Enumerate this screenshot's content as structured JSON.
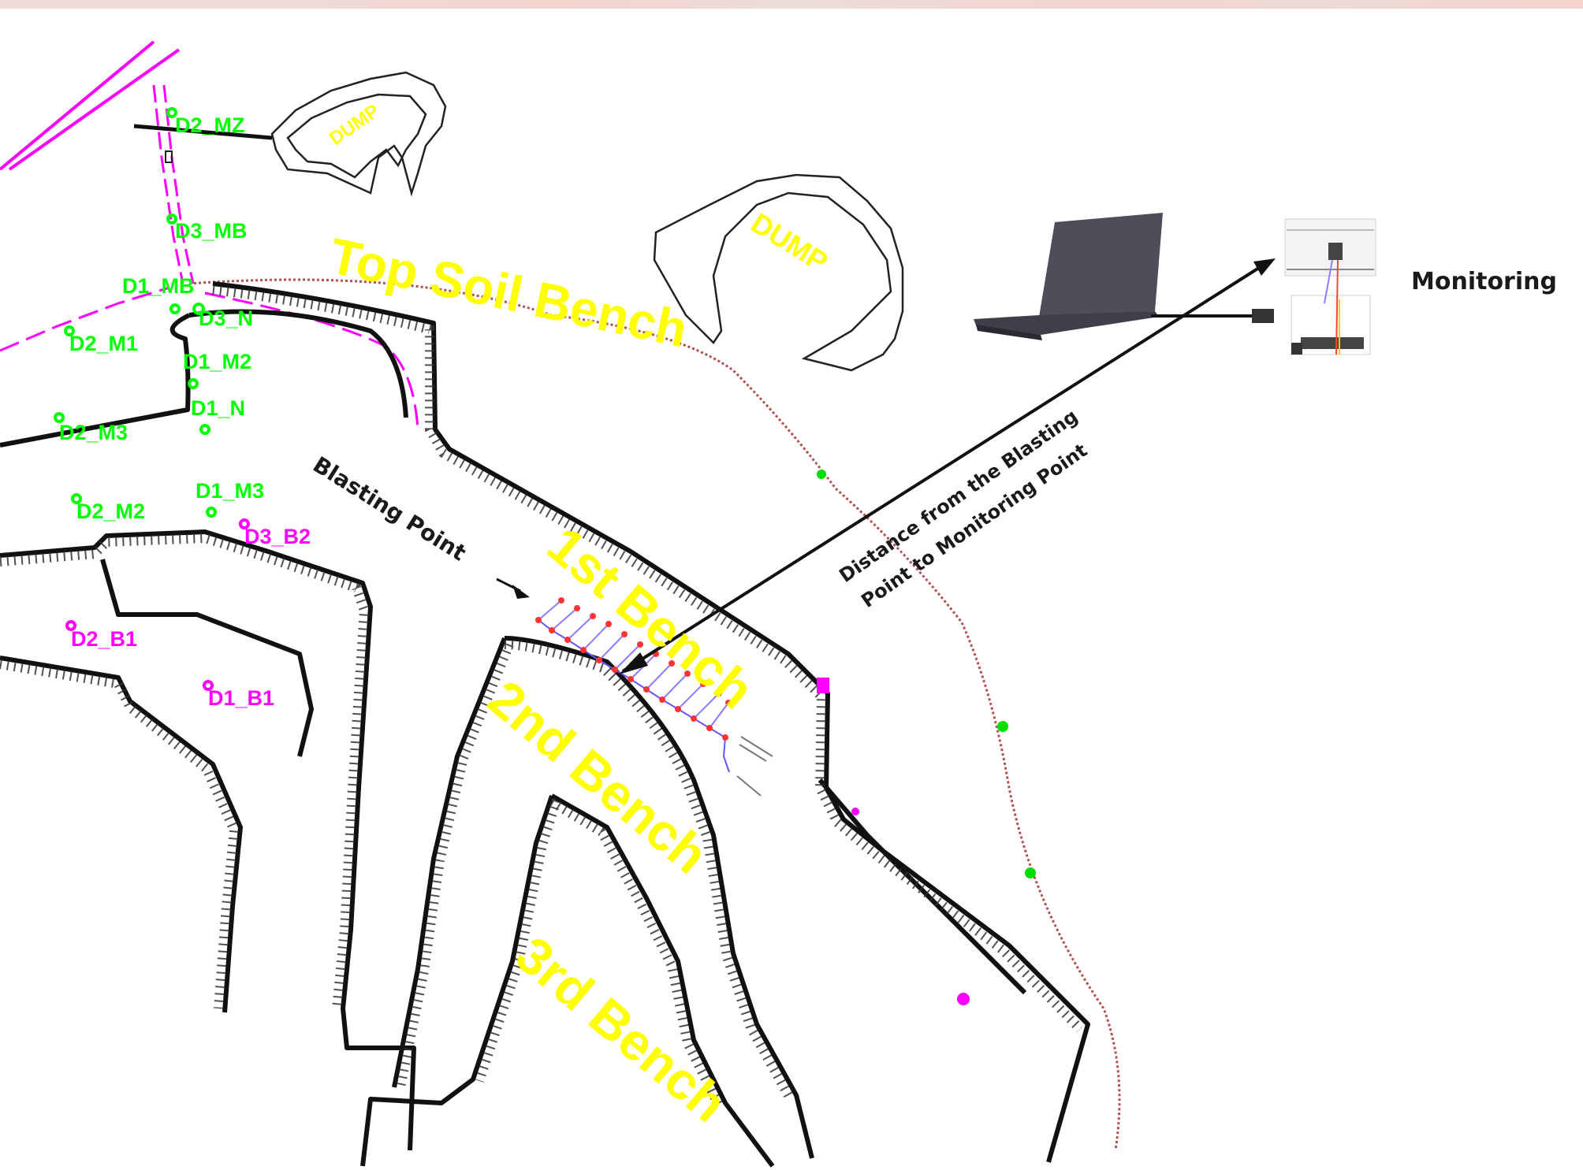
{
  "title": "Mine blasting site layout with vibration monitoring setup",
  "colors": {
    "background": "#ffffff",
    "bench_outline": "#111111",
    "monitor_station_label": "#00ff00",
    "blast_station_label": "#ff00ff",
    "bench_label": "#ffff00",
    "boundary_line": "#b05050",
    "road_line": "#ff00ff",
    "blast_holes": "#ff3333",
    "blast_connections": "#8a7dff",
    "laptop": "#4a4a55"
  },
  "dumps": [
    {
      "label": "DUMP"
    },
    {
      "label": "DUMP"
    }
  ],
  "benches": {
    "top_soil": "Top Soil Bench",
    "first": "1st Bench",
    "second": "2nd Bench",
    "third": "3rd Bench"
  },
  "monitoring_stations": [
    {
      "label": "D2_MZ",
      "color": "green"
    },
    {
      "label": "D3_MB",
      "color": "green"
    },
    {
      "label": "D1_MB",
      "color": "green"
    },
    {
      "label": "D3_N",
      "color": "green"
    },
    {
      "label": "D2_M1",
      "color": "green"
    },
    {
      "label": "D1_M2",
      "color": "green"
    },
    {
      "label": "D1_N",
      "color": "green"
    },
    {
      "label": "D2_M3",
      "color": "green"
    },
    {
      "label": "D1_M3",
      "color": "green"
    },
    {
      "label": "D2_M2",
      "color": "green"
    },
    {
      "label": "D3_B2",
      "color": "magenta"
    },
    {
      "label": "D2_B1",
      "color": "magenta"
    },
    {
      "label": "D1_B1",
      "color": "magenta"
    }
  ],
  "annotations": {
    "blasting_point": "Blasting Point",
    "distance_line1": "Distance from the Blasting",
    "distance_line2": "Point to Monitoring Point",
    "monitoring": "Monitoring"
  },
  "devices": {
    "laptop": "laptop-icon",
    "seismograph": "seismograph-device-icon"
  }
}
